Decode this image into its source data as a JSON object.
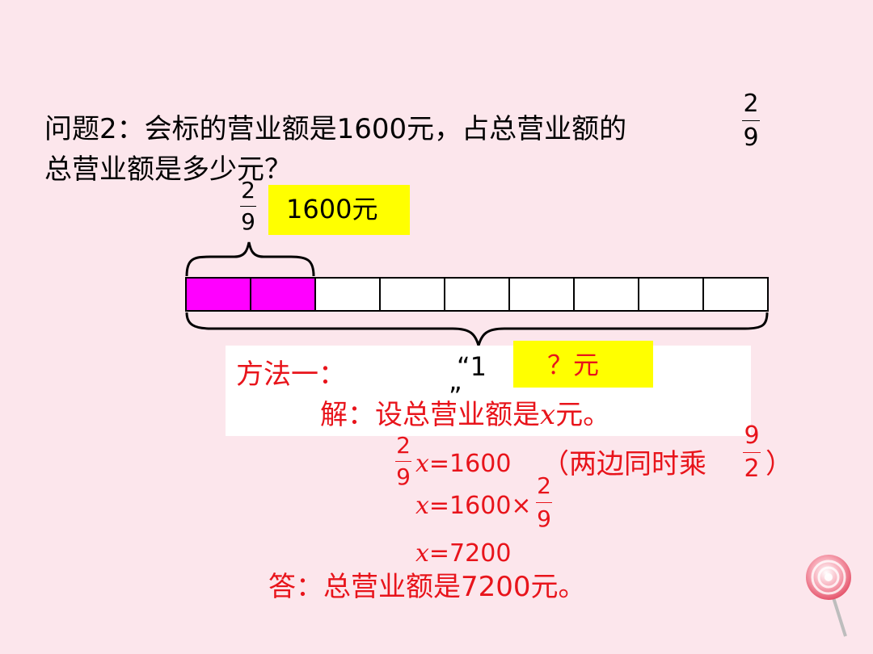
{
  "question": {
    "line1": "问题2：会标的营业额是1600元，占总营业额的",
    "line1_frac_num": "2",
    "line1_frac_den": "9",
    "line2": "总营业额是多少元？"
  },
  "diagram": {
    "part_frac_num": "2",
    "part_frac_den": "9",
    "part_label": "1600元",
    "whole_label_open": "“1",
    "whole_label_close": "”",
    "unknown_label": "？元",
    "segments": 9,
    "filled_segments": 2,
    "filled_color": "#ff00ff"
  },
  "solution": {
    "method": "方法一：",
    "let_prefix": "解：设总营业额是",
    "let_var": "x",
    "let_suffix": "元。",
    "eq1_num": "2",
    "eq1_den": "9",
    "eq1_var": "x",
    "eq1_rest": "=1600",
    "eq1_note_open": "（两边同时乘",
    "eq1_note_num": "9",
    "eq1_note_den": "2",
    "eq1_note_close": "）",
    "eq2_var": "x",
    "eq2_rest": "=1600×",
    "eq2_num": "2",
    "eq2_den": "9",
    "eq3_var": "x",
    "eq3_rest": "=7200",
    "answer": "答：总营业额是7200元。"
  },
  "colors": {
    "background": "#fce6ec",
    "highlight": "#ffff00",
    "answer_text": "#e8141b",
    "filled_segment": "#ff00ff"
  }
}
